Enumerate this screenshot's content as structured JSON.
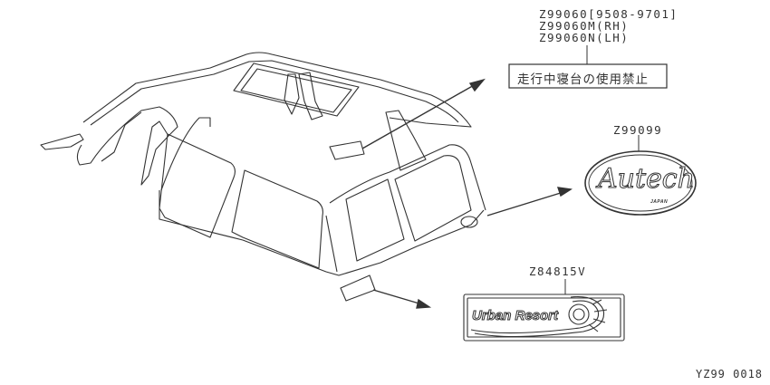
{
  "labels": {
    "part_warning_line1": "Z99060[9508-9701]",
    "part_warning_line2": "Z99060M(RH)",
    "part_warning_line3": "Z99060N(LH)",
    "warning_text": "走行中寝台の使用禁止",
    "part_emblem": "Z99099",
    "emblem_main": "Autech",
    "emblem_sub": "JAPAN",
    "part_decal": "Z84815V",
    "decal_text": "Urban Resort",
    "figure_code": "YZ99 0018"
  },
  "colors": {
    "line": "#333333",
    "background": "#ffffff"
  }
}
